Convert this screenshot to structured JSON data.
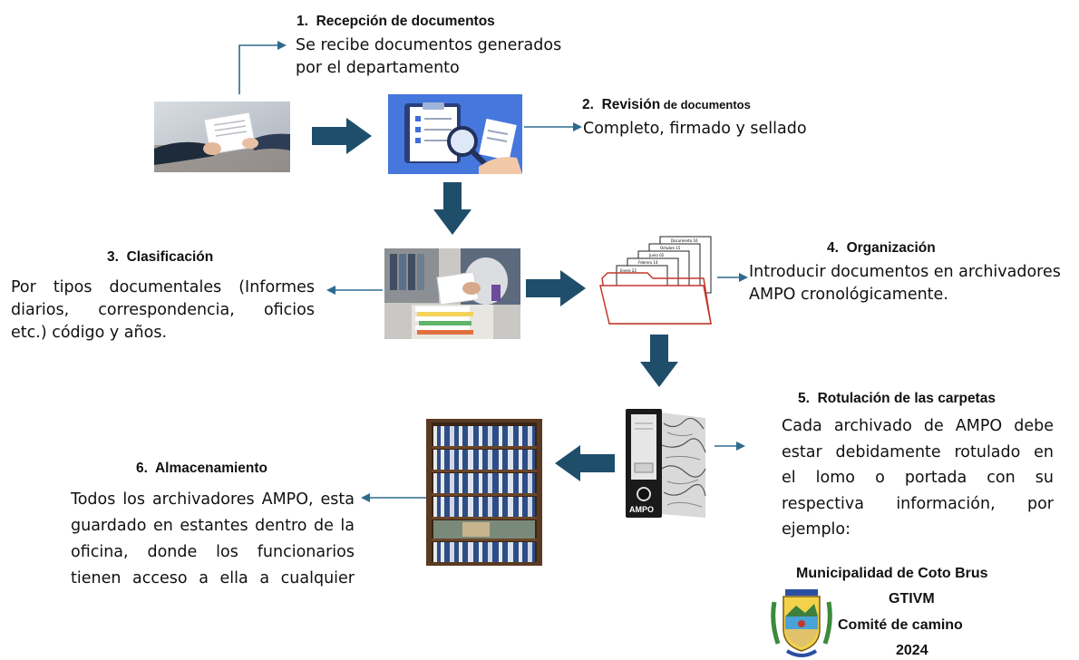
{
  "steps": [
    {
      "number": "1.",
      "title": "Recepción de documentos",
      "lines": [
        "Se recibe documentos generados",
        "por el departamento"
      ]
    },
    {
      "number": "2.",
      "title_main": "Revisión",
      "title_rest": " de documentos",
      "lines": [
        "Completo, firmado y sellado"
      ]
    },
    {
      "number": "3.",
      "title": "Clasificación",
      "lines": [
        "Por tipos documentales (Informes",
        "diarios, correspondencia, oficios",
        "etc.) código y años."
      ]
    },
    {
      "number": "4.",
      "title": "Organización",
      "lines": [
        "Introducir documentos en archivadores",
        "AMPO cronológicamente."
      ]
    },
    {
      "number": "5.",
      "title": "Rotulación de las carpetas",
      "lines": [
        "Cada archivado de AMPO debe",
        "estar debidamente rotulado en",
        "el lomo o portada con su",
        "respectiva información, por",
        "ejemplo:"
      ]
    },
    {
      "number": "6.",
      "title": "Almacenamiento",
      "lines": [
        "Todos los archivadores AMPO, esta",
        "guardado en estantes dentro de la",
        "oficina, donde los funcionarios",
        "tienen acceso a ella a cualquier"
      ]
    }
  ],
  "label_example": {
    "lines": [
      "Municipalidad de Coto Brus",
      "GTIVM",
      "Comité de camino",
      "2024"
    ]
  },
  "binder_brand": "AMPO",
  "folder_tabs": [
    "Documento 16",
    "Octubre 15",
    "Junio 02",
    "Febrero 14",
    "Enero 22"
  ],
  "colors": {
    "arrow": "#1f4e6b",
    "connector": "#2e6a8e",
    "folder": "#c0392b"
  }
}
